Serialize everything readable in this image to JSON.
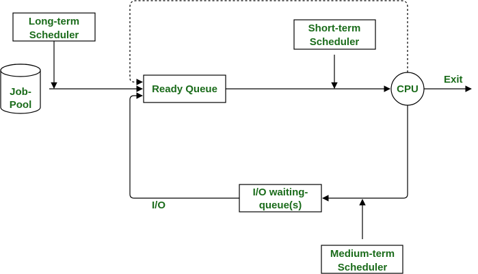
{
  "diagram": {
    "long_term_scheduler": [
      "Long-term",
      "Scheduler"
    ],
    "short_term_scheduler": [
      "Short-term",
      "Scheduler"
    ],
    "medium_term_scheduler": [
      "Medium-term",
      "Scheduler"
    ],
    "job_pool": [
      "Job-",
      "Pool"
    ],
    "ready_queue": "Ready Queue",
    "cpu": "CPU",
    "exit": "Exit",
    "io_waiting_queue": [
      "I/O waiting-",
      "queue(s)"
    ],
    "io": "I/O",
    "colors": {
      "label_text": "#1a6b1a",
      "lines": "#000000"
    }
  }
}
